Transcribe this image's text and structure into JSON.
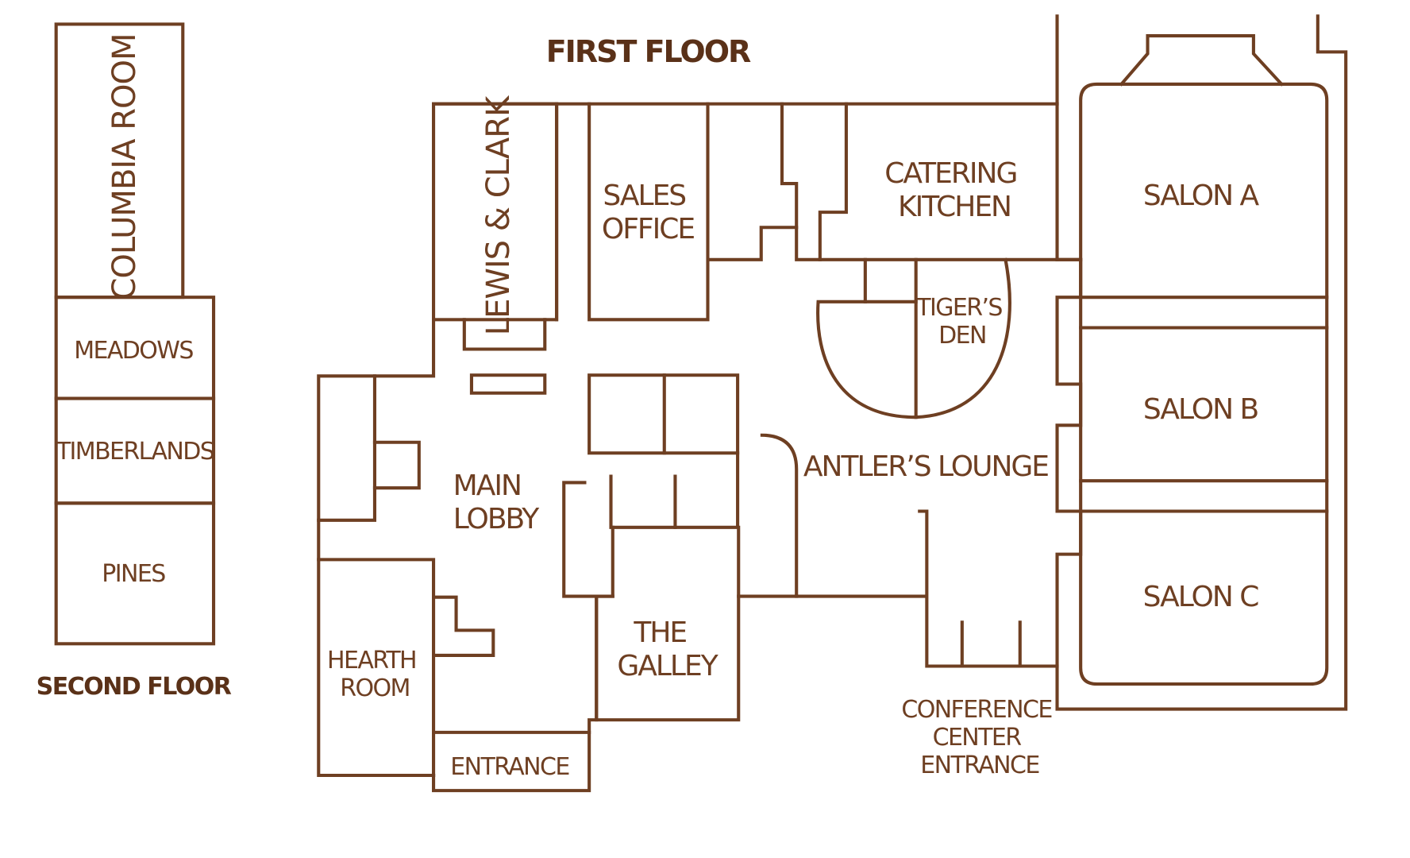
{
  "floors": {
    "first": {
      "heading": "FIRST FLOOR",
      "rooms": {
        "lewis_clark": "LEWIS & CLARK",
        "sales_office": [
          "SALES",
          "OFFICE"
        ],
        "catering_kitchen": [
          "CATERING",
          "KITCHEN"
        ],
        "salon_a": "SALON A",
        "salon_b": "SALON B",
        "salon_c": "SALON C",
        "tigers_den": [
          "TIGER’S",
          "DEN"
        ],
        "antlers_lounge": "ANTLER’S LOUNGE",
        "main_lobby": [
          "MAIN",
          "LOBBY"
        ],
        "hearth_room": [
          "HEARTH",
          "ROOM"
        ],
        "the_galley": [
          "THE",
          "GALLEY"
        ],
        "entrance": "ENTRANCE",
        "conference_center_entrance": [
          "CONFERENCE",
          "CENTER",
          "ENTRANCE"
        ]
      }
    },
    "second": {
      "heading": "SECOND FLOOR",
      "rooms": {
        "columbia_room": "COLUMBIA ROOM",
        "meadows": "MEADOWS",
        "timberlands": "TIMBERLANDS",
        "pines": "PINES"
      }
    }
  },
  "colors": {
    "line": "#6e3f22",
    "heading": "#5a3118",
    "background": "#ffffff"
  }
}
